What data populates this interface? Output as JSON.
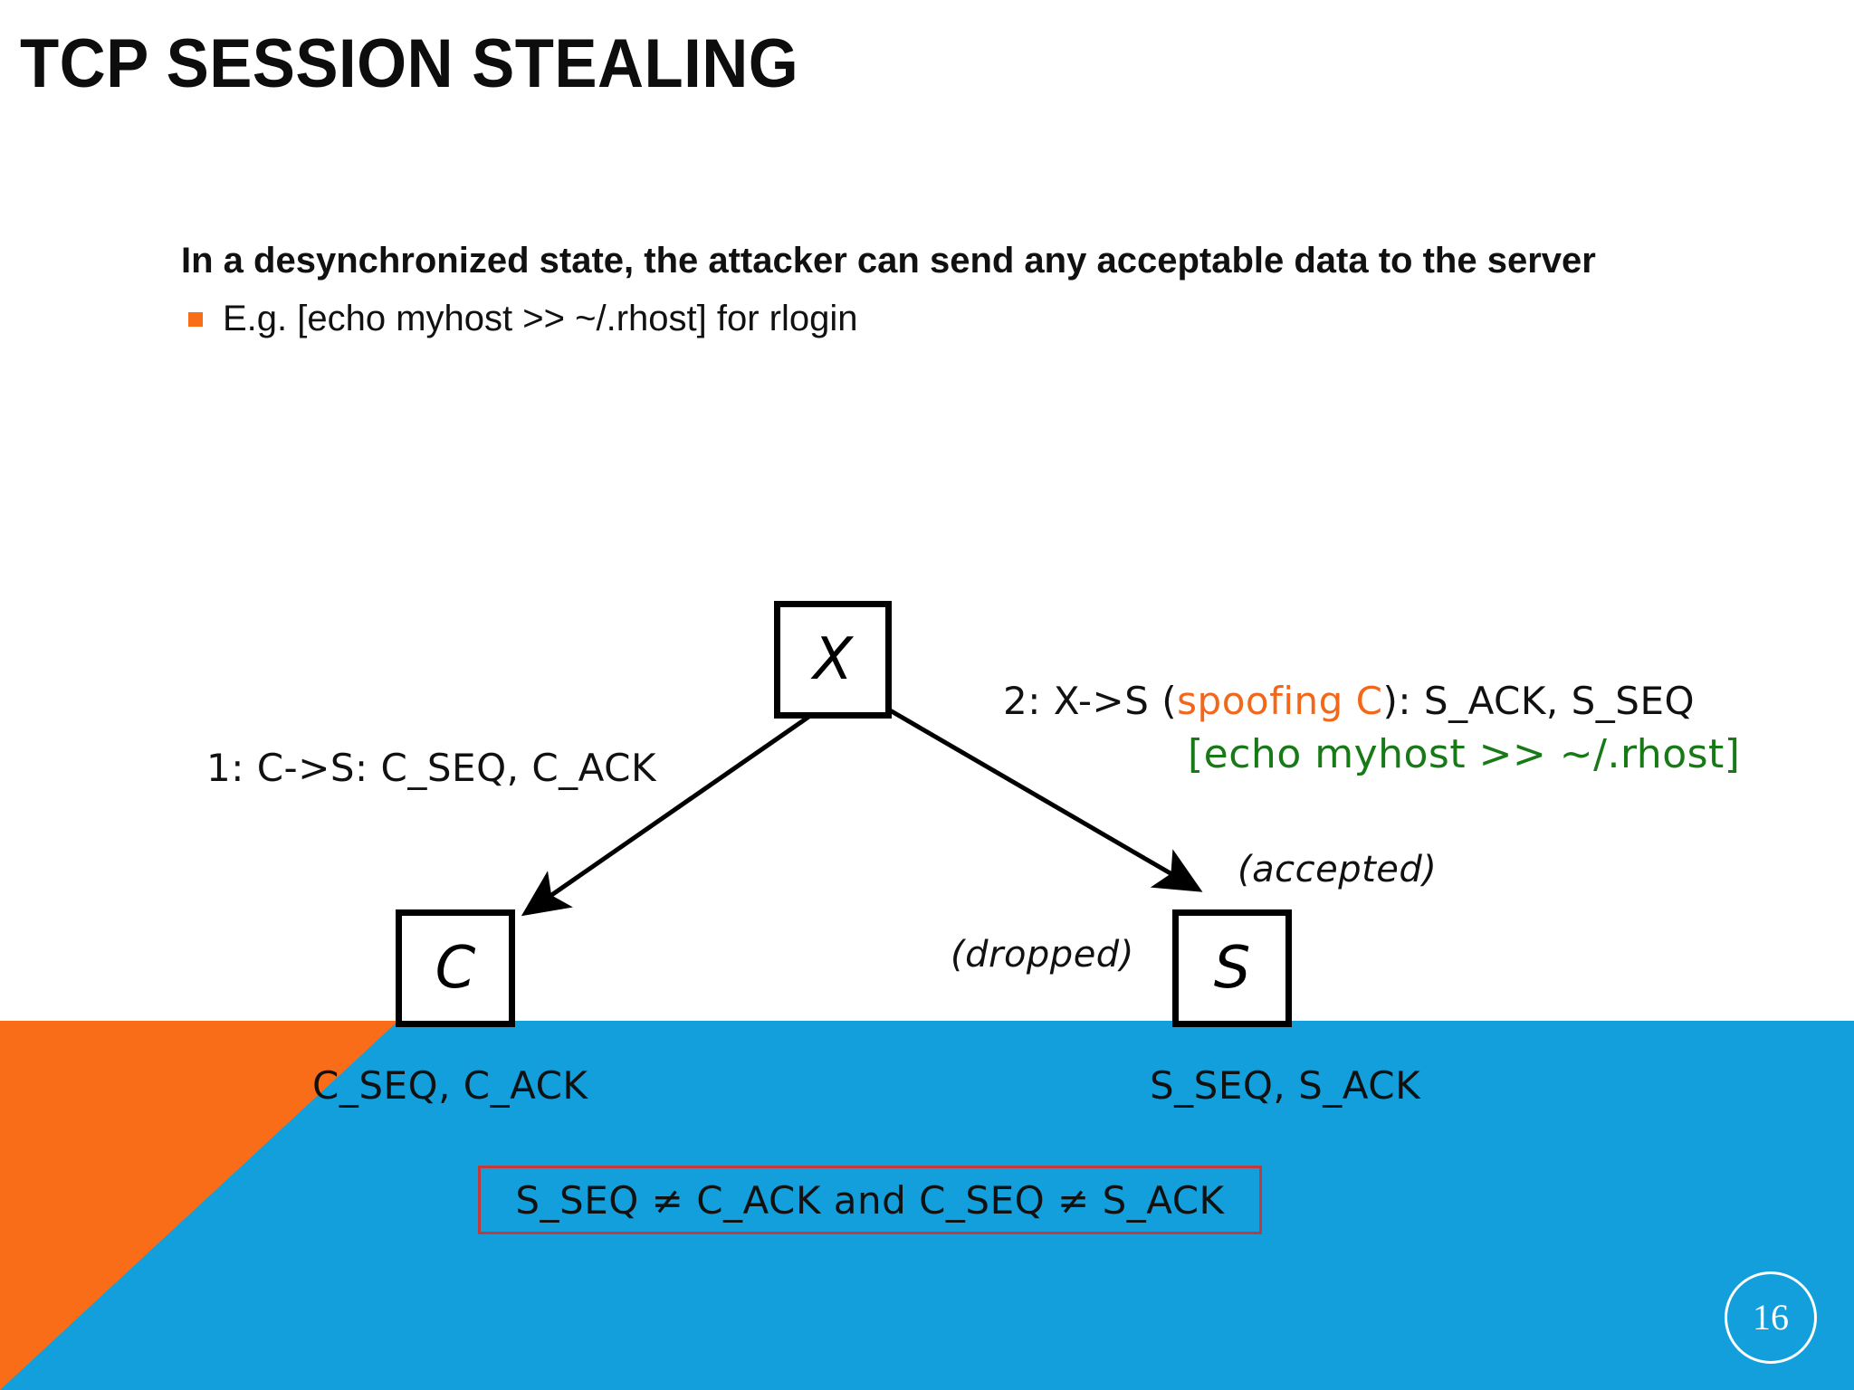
{
  "slide": {
    "title": "TCP SESSION STEALING",
    "page_number": "16",
    "colors": {
      "orange": "#F96D18",
      "blue": "#129FDB",
      "green": "#177A16",
      "red_border": "#C23A3A",
      "accent_orange_text": "#F2671A",
      "background": "#FFFFFF"
    }
  },
  "body": {
    "lead_line": "In a desynchronized state, the attacker can send any acceptable data to the server",
    "bullets": [
      {
        "marker": "square-bullet",
        "text": "E.g.  [echo myhost >> ~/.rhost] for rlogin"
      }
    ]
  },
  "diagram": {
    "nodes": [
      {
        "id": "x",
        "label": "X",
        "role": "attacker"
      },
      {
        "id": "c",
        "label": "C",
        "role": "client"
      },
      {
        "id": "s",
        "label": "S",
        "role": "server"
      }
    ],
    "labels": {
      "flow_1": "1: C->S: C_SEQ, C_ACK",
      "flow_2_prefix": "2: X->S (",
      "flow_2_spoof": "spoofing C",
      "flow_2_suffix": "): S_ACK, S_SEQ",
      "payload": "[echo myhost >> ~/.rhost]",
      "accepted": "(accepted)",
      "dropped": "(dropped)",
      "client_state": "C_SEQ, C_ACK",
      "server_state": "S_SEQ, S_ACK",
      "inequality": "S_SEQ ≠ C_ACK and C_SEQ ≠ S_ACK"
    }
  }
}
